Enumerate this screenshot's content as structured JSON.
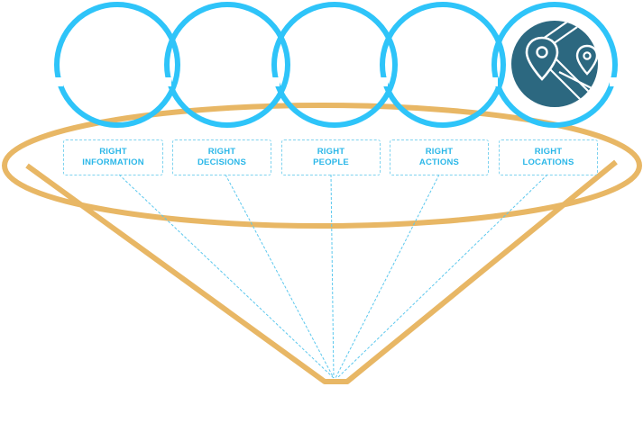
{
  "diagram": {
    "labels": [
      {
        "line1": "RIGHT",
        "line2": "INFORMATION"
      },
      {
        "line1": "RIGHT",
        "line2": "DECISIONS"
      },
      {
        "line1": "RIGHT",
        "line2": "PEOPLE"
      },
      {
        "line1": "RIGHT",
        "line2": "ACTIONS"
      },
      {
        "line1": "RIGHT",
        "line2": "LOCATIONS"
      }
    ],
    "active_icon": "map-location-pin-icon",
    "colors": {
      "ring": "#2ec4f9",
      "funnel": "#e8b765",
      "dashed": "#5cc8ee",
      "label_text": "#2bb7e8",
      "icon_disc": "#2c6880"
    }
  }
}
